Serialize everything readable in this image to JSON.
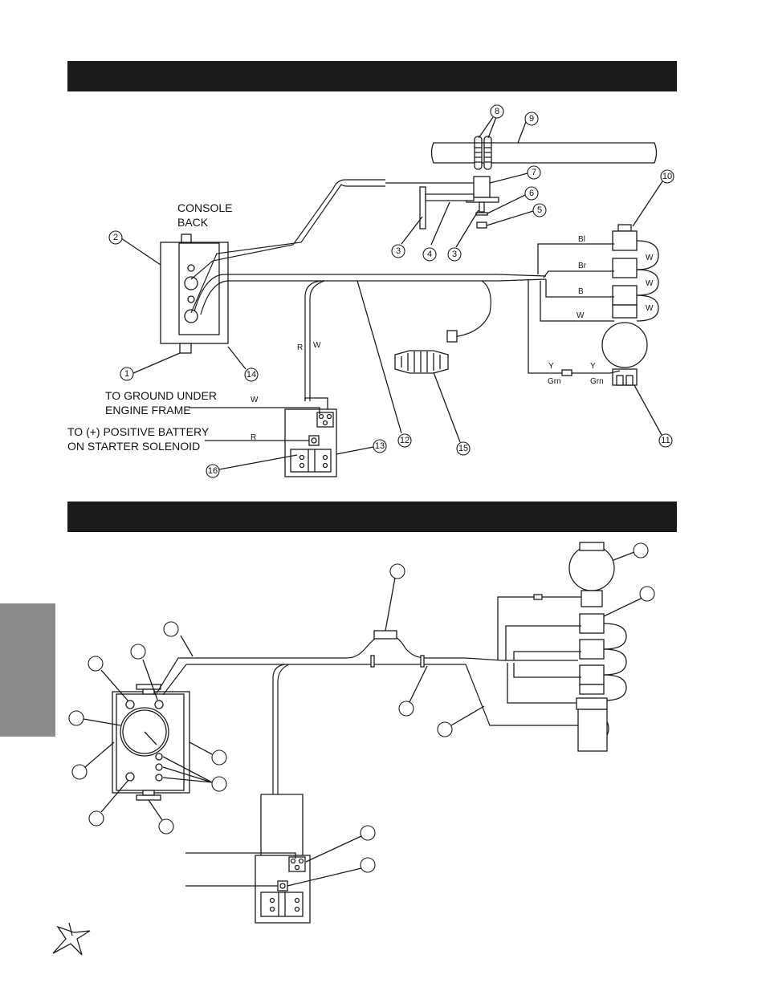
{
  "labels": {
    "console_back": [
      "CONSOLE",
      "BACK"
    ],
    "to_ground": [
      "TO GROUND UNDER",
      "ENGINE FRAME"
    ],
    "to_battery": [
      "TO (+) POSITIVE BATTERY",
      "ON STARTER SOLENOID"
    ]
  },
  "callouts_top": [
    "1",
    "2",
    "3",
    "4",
    "3",
    "5",
    "6",
    "7",
    "8",
    "9",
    "10",
    "11",
    "12",
    "13",
    "14",
    "15",
    "16"
  ],
  "wire_labels": {
    "bl": "Bl",
    "br": "Br",
    "b": "B",
    "w": "W",
    "r": "R",
    "y": "Y",
    "grn": "Grn",
    "loop_w": "W"
  }
}
